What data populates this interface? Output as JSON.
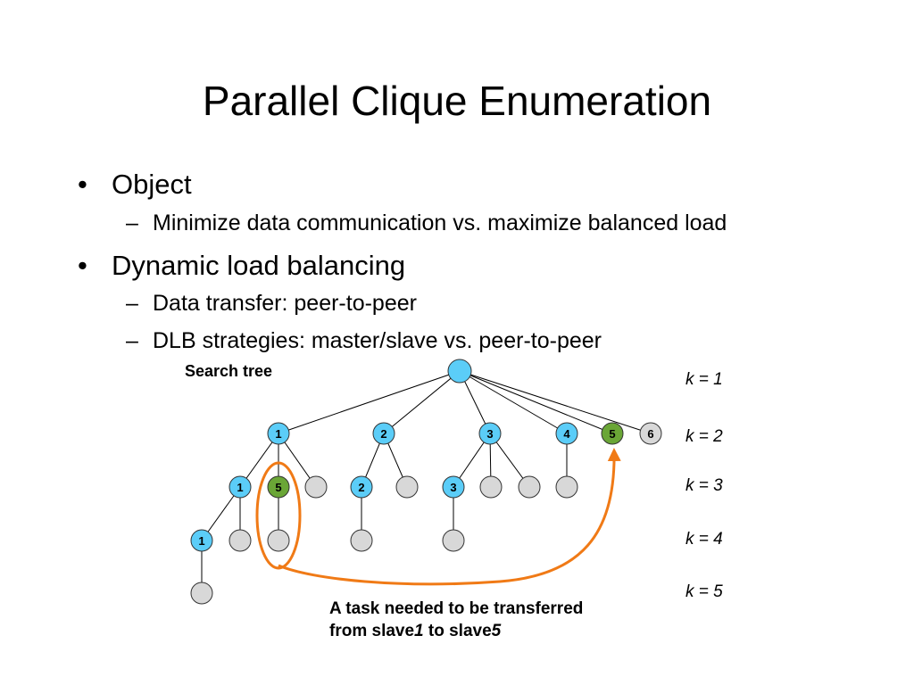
{
  "title": "Parallel Clique Enumeration",
  "bullets": [
    {
      "text": "Object",
      "subs": [
        "Minimize data communication vs. maximize balanced load"
      ]
    },
    {
      "text": "Dynamic load balancing",
      "subs": [
        "Data transfer: peer-to-peer",
        "DLB strategies: master/slave vs. peer-to-peer"
      ]
    }
  ],
  "bullet_glyph": "•",
  "dash_glyph": "–",
  "diagram": {
    "search_tree_label": "Search tree",
    "k_labels": [
      "k = 1",
      "k = 2",
      "k = 3",
      "k = 4",
      "k = 5"
    ],
    "colors": {
      "blue": "#5bcdf8",
      "green": "#6aa636",
      "gray": "#d8d8d8",
      "arrow": "#f07a16",
      "stroke": "#333333"
    },
    "nodes": [
      {
        "id": "root",
        "label": "",
        "color": "blue"
      },
      {
        "id": "n1",
        "label": "1",
        "color": "blue"
      },
      {
        "id": "n2",
        "label": "2",
        "color": "blue"
      },
      {
        "id": "n3",
        "label": "3",
        "color": "blue"
      },
      {
        "id": "n4",
        "label": "4",
        "color": "blue"
      },
      {
        "id": "n5",
        "label": "5",
        "color": "green"
      },
      {
        "id": "n6",
        "label": "6",
        "color": "gray"
      },
      {
        "id": "n11",
        "label": "1",
        "color": "blue"
      },
      {
        "id": "n15",
        "label": "5",
        "color": "green"
      },
      {
        "id": "n1x",
        "label": "",
        "color": "gray"
      },
      {
        "id": "n22",
        "label": "2",
        "color": "blue"
      },
      {
        "id": "n2x",
        "label": "",
        "color": "gray"
      },
      {
        "id": "n33",
        "label": "3",
        "color": "blue"
      },
      {
        "id": "n3a",
        "label": "",
        "color": "gray"
      },
      {
        "id": "n3b",
        "label": "",
        "color": "gray"
      },
      {
        "id": "n4a",
        "label": "",
        "color": "gray"
      },
      {
        "id": "n111",
        "label": "1",
        "color": "blue"
      },
      {
        "id": "n11x",
        "label": "",
        "color": "gray"
      },
      {
        "id": "n15a",
        "label": "",
        "color": "gray"
      },
      {
        "id": "n22a",
        "label": "",
        "color": "gray"
      },
      {
        "id": "n33a",
        "label": "",
        "color": "gray"
      },
      {
        "id": "n111a",
        "label": "",
        "color": "gray"
      }
    ],
    "edges": [
      [
        "root",
        "n1"
      ],
      [
        "root",
        "n2"
      ],
      [
        "root",
        "n3"
      ],
      [
        "root",
        "n4"
      ],
      [
        "root",
        "n5"
      ],
      [
        "root",
        "n6"
      ],
      [
        "n1",
        "n11"
      ],
      [
        "n1",
        "n15"
      ],
      [
        "n1",
        "n1x"
      ],
      [
        "n2",
        "n22"
      ],
      [
        "n2",
        "n2x"
      ],
      [
        "n3",
        "n33"
      ],
      [
        "n3",
        "n3a"
      ],
      [
        "n3",
        "n3b"
      ],
      [
        "n4",
        "n4a"
      ],
      [
        "n11",
        "n111"
      ],
      [
        "n11",
        "n11x"
      ],
      [
        "n15",
        "n15a"
      ],
      [
        "n22",
        "n22a"
      ],
      [
        "n33",
        "n33a"
      ],
      [
        "n111",
        "n111a"
      ]
    ],
    "caption_line1": "A task needed to be transferred",
    "caption_line2_prefix": "from slave",
    "caption_from": "1",
    "caption_mid": " to slave",
    "caption_to": "5"
  }
}
